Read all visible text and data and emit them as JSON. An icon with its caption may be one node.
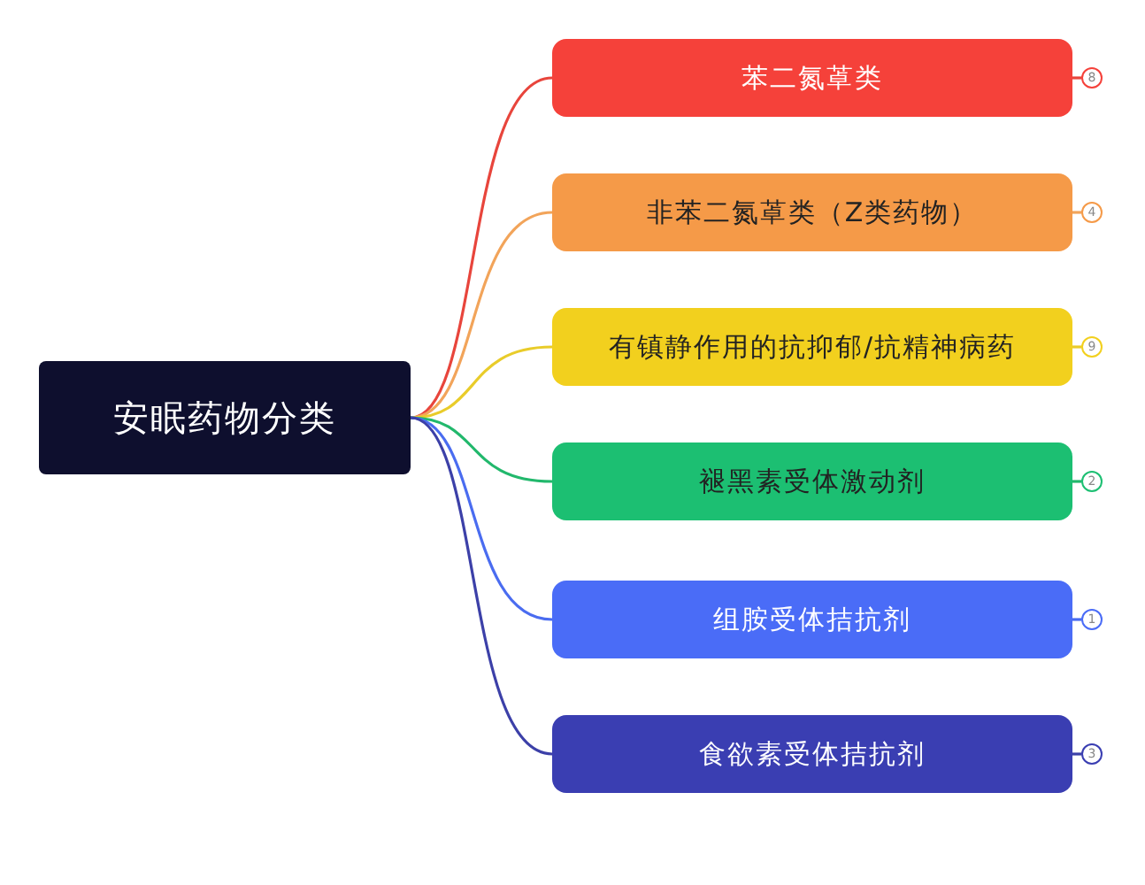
{
  "diagram": {
    "nodes": [
      {
        "text": [
          "安眠药物分类"
        ]
      },
      {
        "text": [
          "苯二氮䓬类"
        ]
      },
      {
        "text": [
          "非苯二氮䓬类（Z类药物）"
        ]
      },
      {
        "text": [
          "有镇静作用的抗抑郁/抗精神病药"
        ]
      },
      {
        "text": [
          "褪黑素受体激动剂"
        ]
      },
      {
        "text": [
          "组胺受体拮抗剂"
        ]
      },
      {
        "text": [
          "食欲素受体拮抗剂"
        ]
      },
      {
        "text": [
          "8"
        ]
      },
      {
        "text": [
          "4"
        ]
      },
      {
        "text": [
          "9"
        ]
      },
      {
        "text": [
          "2"
        ]
      },
      {
        "text": [
          "1"
        ]
      },
      {
        "text": [
          "3"
        ]
      }
    ],
    "edges": [
      {
        "from": 0,
        "to": 1,
        "arrow": "none",
        "color": "#e8453c"
      },
      {
        "from": 0,
        "to": 2,
        "arrow": "none",
        "color": "#f2a45a"
      },
      {
        "from": 0,
        "to": 3,
        "arrow": "none",
        "color": "#e9cc2a"
      },
      {
        "from": 0,
        "to": 4,
        "arrow": "none",
        "color": "#22b86c"
      },
      {
        "from": 0,
        "to": 5,
        "arrow": "none",
        "color": "#4a6cf0"
      },
      {
        "from": 0,
        "to": 6,
        "arrow": "none",
        "color": "#3c40a8"
      },
      {
        "from": 1,
        "to": 7,
        "arrow": "none",
        "color": "#e8453c"
      },
      {
        "from": 2,
        "to": 8,
        "arrow": "none",
        "color": "#f2a45a"
      },
      {
        "from": 3,
        "to": 9,
        "arrow": "none",
        "color": "#e9cc2a"
      },
      {
        "from": 4,
        "to": 10,
        "arrow": "none",
        "color": "#22b86c"
      },
      {
        "from": 5,
        "to": 11,
        "arrow": "none",
        "color": "#4a6cf0"
      },
      {
        "from": 6,
        "to": 12,
        "arrow": "none",
        "color": "#3c40a8"
      }
    ]
  }
}
